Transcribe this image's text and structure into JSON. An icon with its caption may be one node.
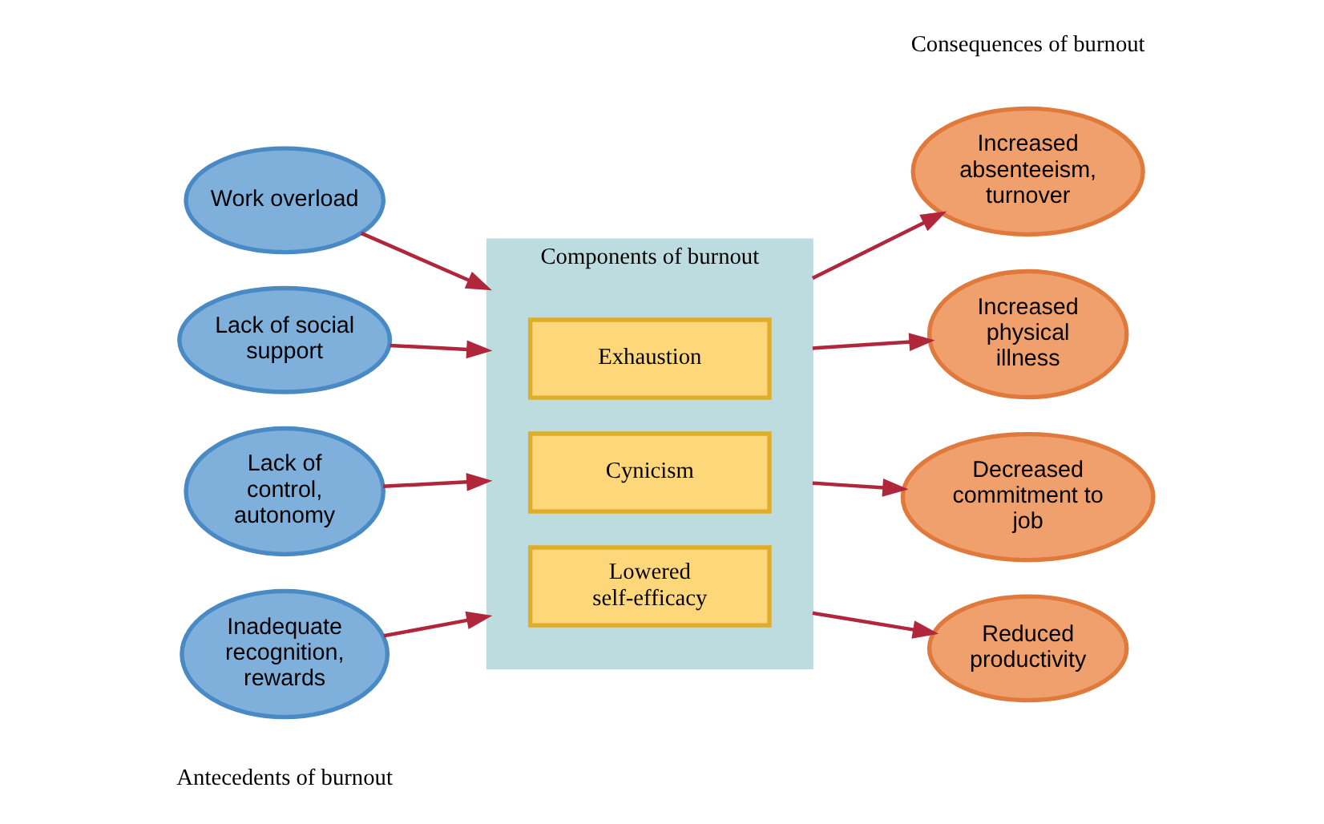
{
  "diagram": {
    "nodes": [
      {
        "text": [
          "Work overload"
        ]
      },
      {
        "text": [
          "Lack of social support"
        ]
      },
      {
        "text": [
          "Lack of control, autonomy"
        ]
      },
      {
        "text": [
          "Inadequate recognition, rewards"
        ]
      },
      {
        "text": [
          "Components of burnout"
        ]
      },
      {
        "text": [
          "Exhaustion"
        ],
        "in": 4
      },
      {
        "text": [
          "Cynicism"
        ],
        "in": 4
      },
      {
        "text": [
          "Lowered self-efficacy"
        ],
        "in": 4
      },
      {
        "text": [
          "Increased physical illness"
        ]
      },
      {
        "text": [
          "Increased absenteeism, turnover"
        ]
      },
      {
        "text": [
          "Decreased commitment to job"
        ]
      },
      {
        "text": [
          "Reduced productivity"
        ]
      }
    ],
    "edges": [
      {
        "from": 0,
        "to": 4,
        "arrow": "to"
      },
      {
        "from": 1,
        "to": 4,
        "arrow": "to"
      },
      {
        "from": 2,
        "to": 4,
        "arrow": "to"
      },
      {
        "from": 3,
        "to": 4,
        "arrow": "to"
      },
      {
        "from": 4,
        "to": 8,
        "arrow": "to"
      },
      {
        "from": 4,
        "to": 9,
        "arrow": "to"
      },
      {
        "from": 4,
        "to": 10,
        "arrow": "to"
      },
      {
        "from": 4,
        "to": 11,
        "arrow": "to"
      }
    ],
    "labels": [
      "Antecedents of burnout",
      "Consequences of burnout"
    ]
  }
}
